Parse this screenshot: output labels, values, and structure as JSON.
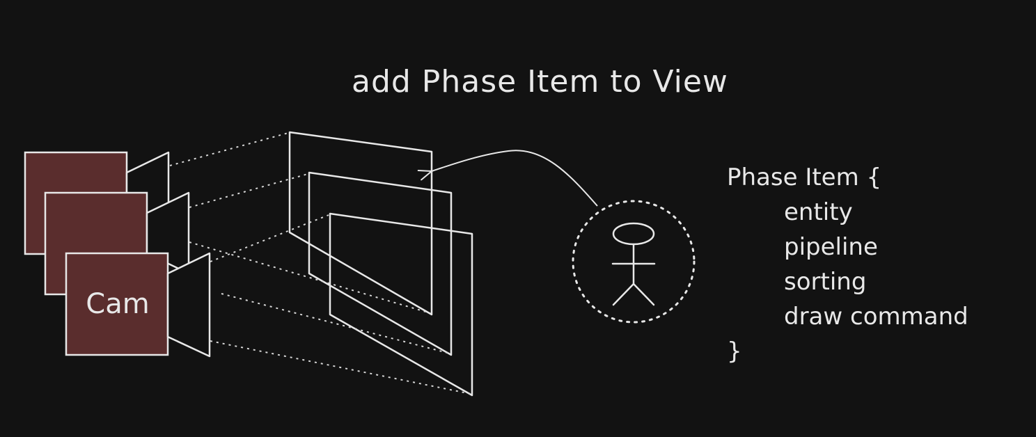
{
  "title": "add Phase Item to View",
  "camera": {
    "label": "Cam",
    "color": "#5a2d2d"
  },
  "struct": {
    "open": "Phase Item {",
    "fields": [
      "entity",
      "pipeline",
      "sorting",
      "draw command"
    ],
    "close": "}"
  },
  "colors": {
    "background": "#121212",
    "stroke": "#e8e8e8"
  },
  "icons": {
    "actor": "stick-figure-icon"
  }
}
